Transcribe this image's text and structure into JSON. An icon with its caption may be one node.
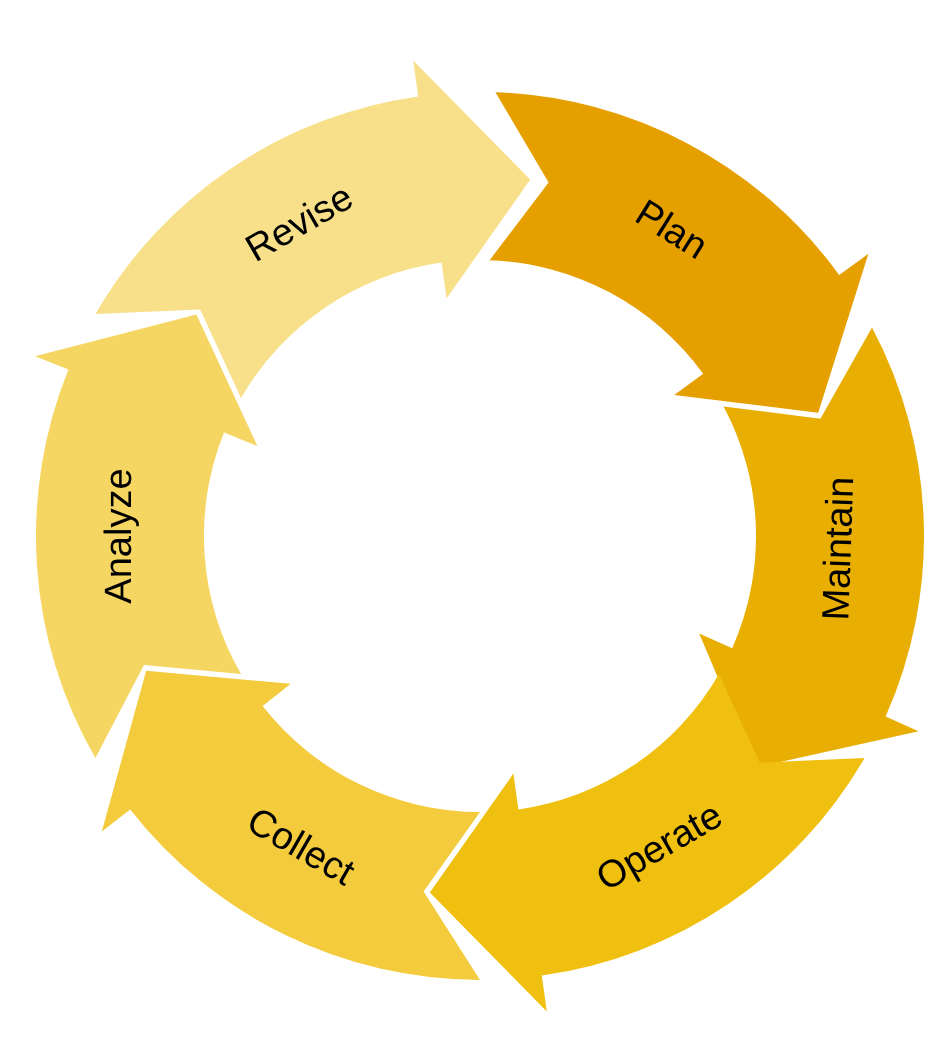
{
  "diagram": {
    "nodes": [
      {
        "text": [
          "Plan"
        ]
      },
      {
        "text": [
          "Maintain"
        ]
      },
      {
        "text": [
          "Operate"
        ]
      },
      {
        "text": [
          "Collect"
        ]
      },
      {
        "text": [
          "Analyze"
        ]
      },
      {
        "text": [
          "Revise"
        ]
      }
    ]
  }
}
